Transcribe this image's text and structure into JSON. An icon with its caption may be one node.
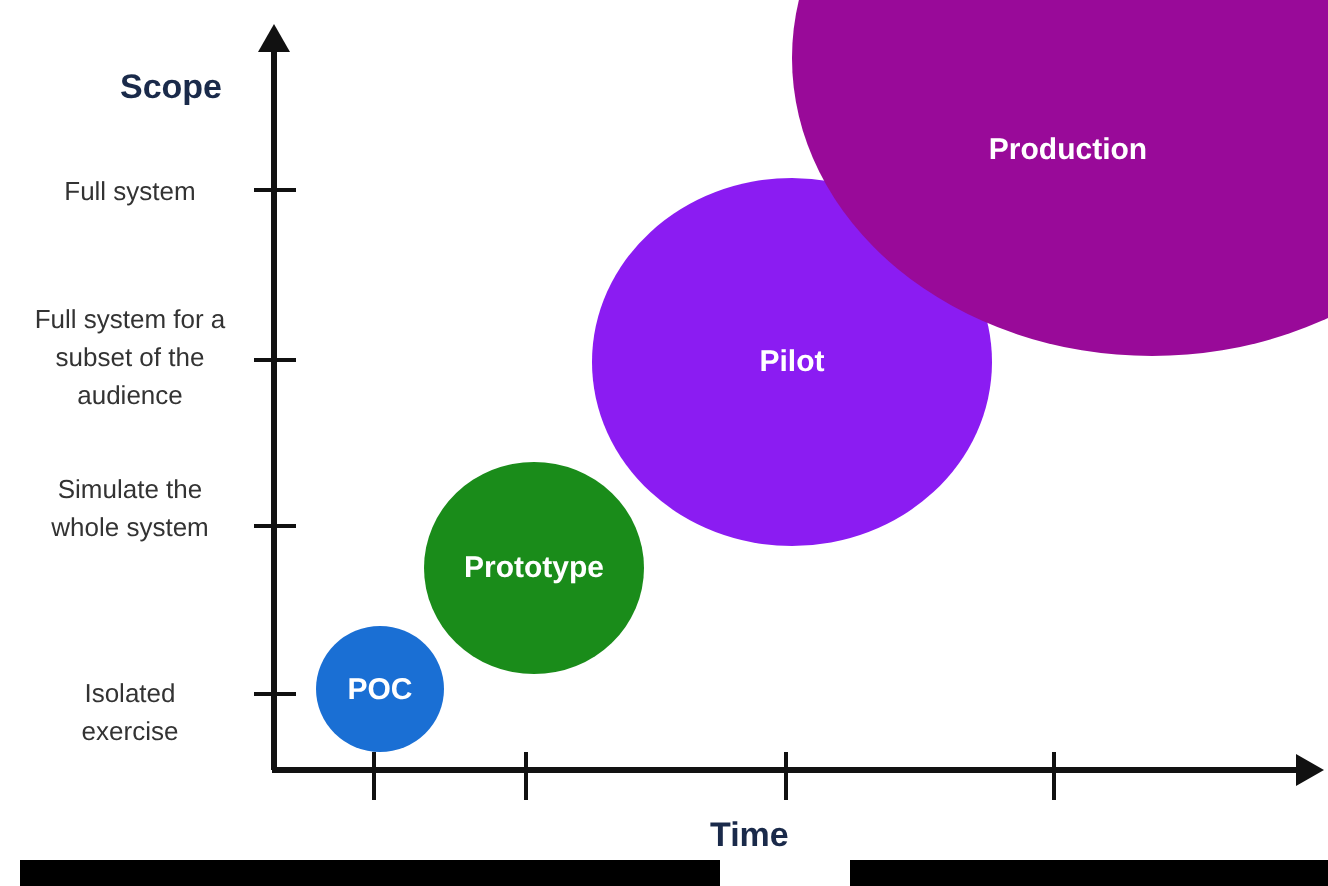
{
  "diagram": {
    "nodes": [
      {
        "text": [
          "POC"
        ]
      },
      {
        "text": [
          "Prototype"
        ]
      },
      {
        "text": [
          "Pilot"
        ]
      },
      {
        "text": [
          "Production"
        ]
      }
    ],
    "labels": [
      "Scope",
      "Full system",
      "Full system for a subset of the audience",
      "Simulate the whole system",
      "Isolated exercise",
      "Time"
    ]
  }
}
